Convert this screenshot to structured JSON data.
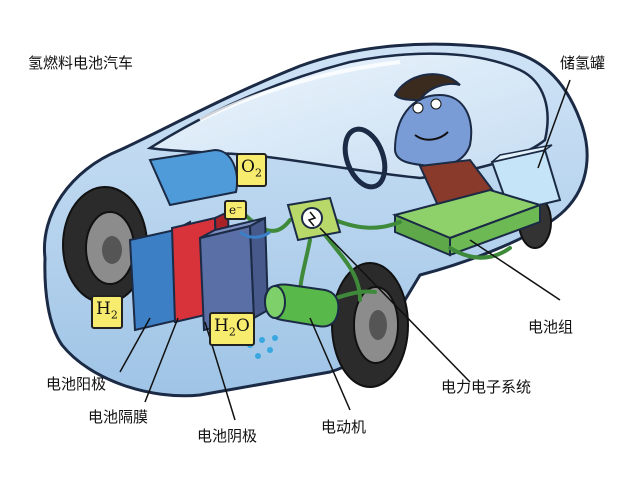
{
  "title": "氢燃料电池汽车",
  "labels": {
    "hydrogen_tank": "储氢罐",
    "battery_pack": "电池组",
    "power_electronics": "电力电子系统",
    "motor": "电动机",
    "cathode": "电池阴极",
    "membrane": "电池隔膜",
    "anode": "电池阳极"
  },
  "chem": {
    "o2": {
      "base": "O",
      "sub": "2"
    },
    "h2": {
      "base": "H",
      "sub": "2"
    },
    "h2o_h": "H",
    "h2o_sub": "2",
    "h2o_o": "O",
    "electron": "e⁻"
  },
  "colors": {
    "body_outline": "#1b2a45",
    "body_glass": "#dcebf8",
    "tire": "#2b2b2b",
    "anode_block": "#3c7fc4",
    "membrane": "#d8323a",
    "cathode_block": "#5a6fa6",
    "cable": "#3f8a3a",
    "motor": "#58b84a",
    "chem_label": "#f8ec6e"
  }
}
